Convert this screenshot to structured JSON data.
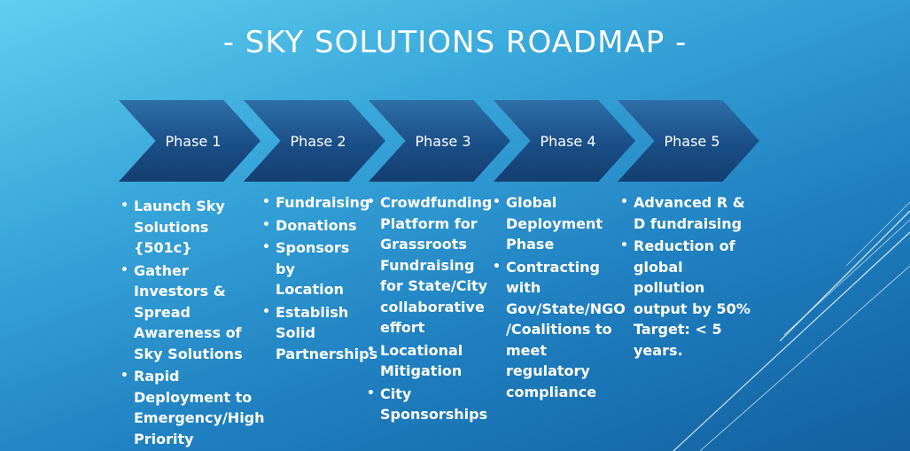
{
  "title": "- SKY SOLUTIONS ROADMAP -",
  "phases": [
    {
      "label": "Phase 1",
      "items": [
        "Launch Sky Solutions {501c}",
        "Gather Investors & Spread Awareness of Sky Solutions",
        "Rapid Deployment to Emergency/High Priority Objectives"
      ]
    },
    {
      "label": "Phase 2",
      "items": [
        "Fundraising",
        "Donations",
        "Sponsors by Location",
        "Establish Solid Partnerships"
      ]
    },
    {
      "label": "Phase 3",
      "items": [
        "Crowdfunding Platform for Grassroots Fundraising for State/City collaborative effort",
        "Locational Mitigation",
        "City Sponsorships"
      ]
    },
    {
      "label": "Phase 4",
      "items": [
        "Global Deployment Phase",
        "Contracting with Gov/State/NGO /Coalitions to meet regulatory compliance"
      ]
    },
    {
      "label": "Phase 5",
      "items": [
        "Advanced R & D fundraising",
        "Reduction of global pollution output by 50% Target: < 5 years."
      ]
    }
  ]
}
